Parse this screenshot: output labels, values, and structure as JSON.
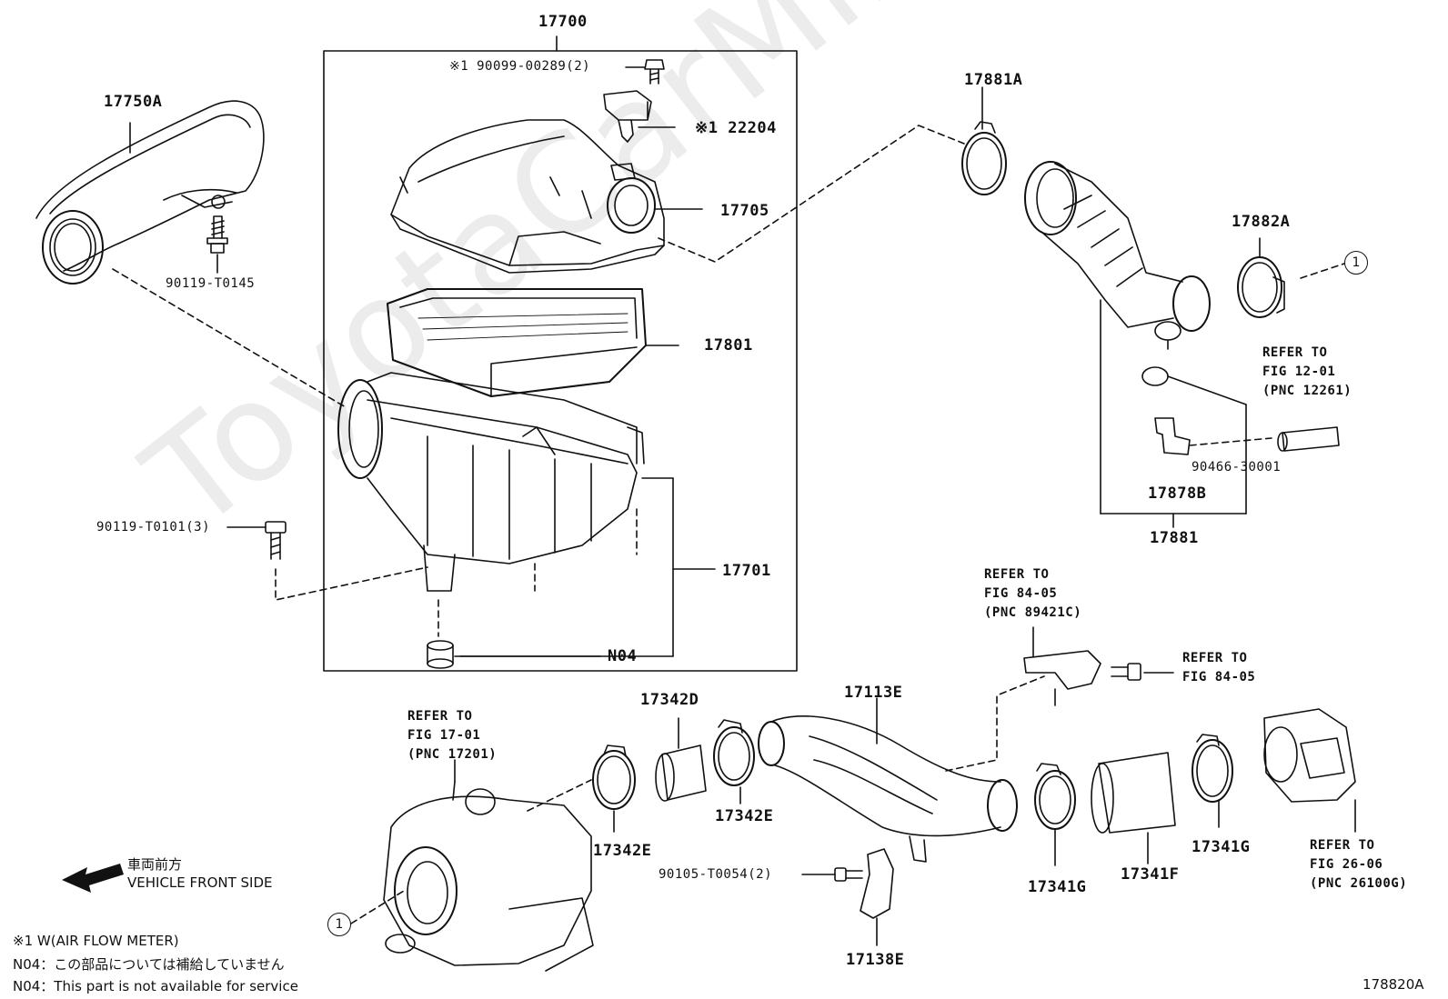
{
  "diagram": {
    "watermark": "ToyotaCarMine.ru",
    "figure_code": "178820A",
    "assembly_label": "17700",
    "front_side": {
      "jp": "車両前方",
      "en": "VEHICLE FRONT SIDE"
    },
    "notes": {
      "mark": "※1  W(AIR FLOW METER)",
      "n04_jp": "N04：この部品については補給していません",
      "n04_en": "N04：This part is not available for service"
    },
    "callout": "1",
    "parts": {
      "p17750A": "17750A",
      "p90119T0145": "90119-T0145",
      "p90099": "※1 90099-00289(2)",
      "p22204": "※1  22204",
      "p17705": "17705",
      "p17801": "17801",
      "p90119T0101": "90119-T0101(3)",
      "p17701": "17701",
      "pN04": "N04",
      "p17881A": "17881A",
      "p17882A": "17882A",
      "p90466": "90466-30001",
      "p17878B": "17878B",
      "p17881": "17881",
      "p17342D": "17342D",
      "p17342E_top": "17342E",
      "p17342E_bot": "17342E",
      "p17113E": "17113E",
      "p90105": "90105-T0054(2)",
      "p17138E": "17138E",
      "p17341G_left": "17341G",
      "p17341F": "17341F",
      "p17341G_right": "17341G"
    },
    "refs": {
      "fig1201": "REFER TO\nFIG 12-01\n(PNC 12261)",
      "fig8405a": "REFER TO\nFIG 84-05\n(PNC 89421C)",
      "fig8405b": "REFER TO\nFIG 84-05",
      "fig1701": "REFER TO\nFIG 17-01\n(PNC 17201)",
      "fig2606": "REFER TO\nFIG 26-06\n(PNC 26100G)"
    }
  }
}
